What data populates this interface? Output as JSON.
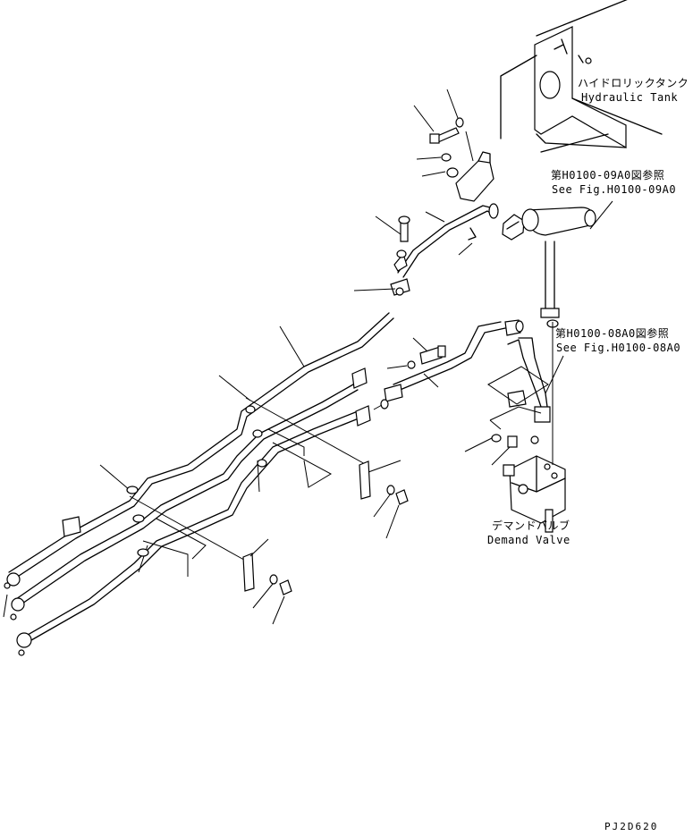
{
  "callouts": {
    "hydraulic_tank": {
      "jp": "ハイドロリックタンク",
      "en": "Hydraulic Tank"
    },
    "ref_09a0": {
      "jp": "第H0100-09A0図参照",
      "en": "See Fig.H0100-09A0"
    },
    "ref_08a0": {
      "jp": "第H0100-08A0図参照",
      "en": "See Fig.H0100-08A0"
    },
    "demand_valve": {
      "jp": "デマンドバルブ",
      "en": "Demand Valve"
    }
  },
  "drawing_code": "PJ2D620"
}
